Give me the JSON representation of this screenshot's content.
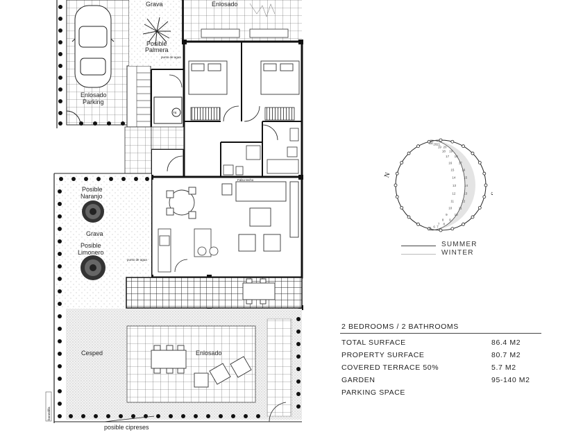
{
  "plan_labels": {
    "grava_top": "Grava",
    "enlosado_top": "Enlosado",
    "posible_palmera_1": "Posible",
    "posible_palmera_2": "Palmera",
    "punto_agua_1": "punto de agua",
    "enlosado_parking_1": "Enlosado",
    "enlosado_parking_2": "Parking",
    "te": "TE",
    "posible_naranjo_1": "Posible",
    "posible_naranjo_2": "Naranjo",
    "grava_mid": "Grava",
    "posible_limonero_1": "Posible",
    "posible_limonero_2": "Limonero",
    "punto_agua_2": "punto de agua",
    "cesped": "Cesped",
    "enlosado_garden": "Enlosado",
    "posible_cipreses": "posible cipreses",
    "side_text": "barandilla",
    "corridor_text": "Falso techo"
  },
  "compass": {
    "north": "N",
    "south": "S",
    "marks_left": [
      "21",
      "20",
      "19",
      "18",
      "17",
      "16",
      "15",
      "14",
      "13",
      "12",
      "11",
      "10",
      "9",
      "8",
      "7",
      "6",
      "5"
    ],
    "marks_right": [
      "22",
      "21",
      "20",
      "19",
      "18",
      "17",
      "16",
      "15",
      "14",
      "13",
      "12",
      "11",
      "10",
      "9",
      "8",
      "7",
      "6"
    ]
  },
  "legend": {
    "summer": "SUMMER",
    "winter": "WINTER",
    "summer_color": "#444444",
    "winter_color": "#bbbbbb"
  },
  "specs": {
    "heading": "2 BEDROOMS / 2 BATHROOMS",
    "rows": [
      {
        "label": "TOTAL SURFACE",
        "value": "86.4 M2"
      },
      {
        "label": "PROPERTY SURFACE",
        "value": "80.7 M2"
      },
      {
        "label": "COVERED TERRACE  50%",
        "value": "5.7 M2"
      },
      {
        "label": "GARDEN",
        "value": "95-140 M2"
      },
      {
        "label": "PARKING SPACE",
        "value": ""
      }
    ]
  }
}
